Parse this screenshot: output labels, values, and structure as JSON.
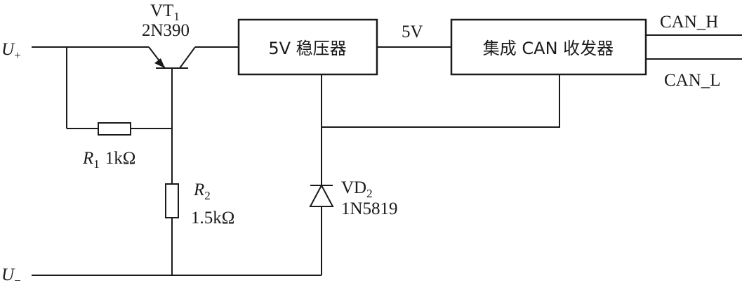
{
  "terminals": {
    "u_plus": {
      "base": "U",
      "sub": "+"
    },
    "u_minus": {
      "base": "U",
      "sub": "−"
    }
  },
  "transistor": {
    "name": "VT",
    "sub": "1",
    "part": "2N390"
  },
  "r1": {
    "name": "R",
    "sub": "1",
    "value": "1kΩ"
  },
  "r2": {
    "name": "R",
    "sub": "2",
    "value": "1.5kΩ"
  },
  "diode": {
    "name": "VD",
    "sub": "2",
    "part": "1N5819"
  },
  "regulator": {
    "label": "5V 稳压器"
  },
  "supply_label": "5V",
  "transceiver": {
    "label": "集成 CAN 收发器"
  },
  "bus": {
    "high": "CAN_H",
    "low": "CAN_L"
  }
}
